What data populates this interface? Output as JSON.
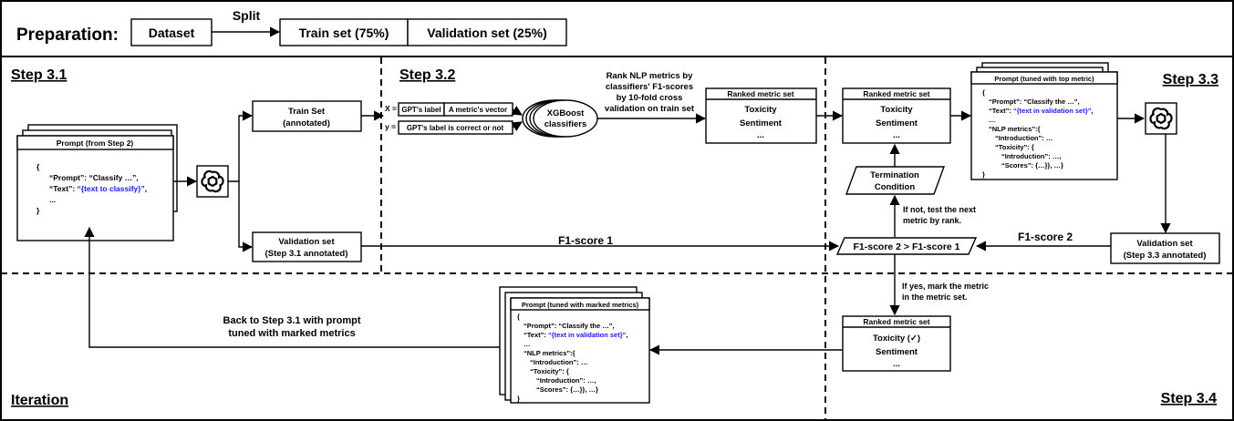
{
  "preparation": {
    "label": "Preparation:",
    "dataset": "Dataset",
    "split": "Split",
    "train_set": "Train set (75%)",
    "validation_set": "Validation set (25%)"
  },
  "steps": {
    "s31": "Step 3.1",
    "s32": "Step 3.2",
    "s33": "Step 3.3",
    "s34": "Step 3.4",
    "iteration": "Iteration"
  },
  "prompt_step2": {
    "title": "Prompt (from Step 2)",
    "open": "{",
    "prompt_line": "“Prompt”: “Classify …”,",
    "text_key": "“Text”: ",
    "text_value": "“{text to classify}”",
    "text_tail": ",",
    "ellipsis": "...",
    "close": "}"
  },
  "train_annotated": [
    "Train Set",
    "(annotated)"
  ],
  "validation_31": [
    "Validation set",
    "(Step 3.1 annotated)"
  ],
  "xy": {
    "x_label": "X =",
    "y_label": "y =",
    "gpt_label": "GPT's label",
    "metric_vector": "A metric's vector",
    "correct": "GPT's label is correct or not"
  },
  "xgboost": [
    "XGBoost",
    "classifiers"
  ],
  "rank_text": [
    "Rank NLP metrics by",
    "classifiers' F1-scores",
    "by 10-fold cross",
    "validation on train set"
  ],
  "ranked_32": {
    "title": "Ranked metric set",
    "items": [
      "Toxicity",
      "Sentiment",
      "..."
    ]
  },
  "ranked_33": {
    "title": "Ranked metric set",
    "items": [
      "Toxicity",
      "Sentiment",
      "..."
    ]
  },
  "termination": [
    "Termination",
    "Condition"
  ],
  "if_not": [
    "If not, test the next",
    "metric by rank."
  ],
  "f1_compare": "F1-score 2 > F1-score 1",
  "f1_score_1": "F1-score 1",
  "f1_score_2": "F1-score 2",
  "prompt_top": {
    "title": "Prompt (tuned with top metric)",
    "lines": [
      "{",
      "“Prompt”: “Classify the …”,",
      "“Text”: ",
      "…",
      "“NLP metrics”:{",
      "“Introduction”: …",
      "“Toxicity”: {",
      "“Introduction”: …,",
      "“Scores”: {…}}, …}",
      "}"
    ],
    "text_value": "“{text in validation set}”",
    "text_tail": ","
  },
  "validation_33": [
    "Validation set",
    "(Step 3.3 annotated)"
  ],
  "if_yes": [
    "If yes, mark the metric",
    "in the metric set."
  ],
  "ranked_34": {
    "title": "Ranked metric set",
    "items": [
      "Toxicity (✓)",
      "Sentiment",
      "..."
    ]
  },
  "prompt_marked": {
    "title": "Prompt (tuned with marked metrics)",
    "lines": [
      "{",
      "“Prompt”: “Classify the …”,",
      "“Text”: ",
      "…",
      "“NLP metrics”:{",
      "“Introduction”: …",
      "“Toxicity”: {",
      "“Introduction”: …,",
      "“Scores”: {…}}, …}",
      "}"
    ],
    "text_value": "“{text in validation set}”",
    "text_tail": ","
  },
  "back_text": [
    "Back to Step 3.1 with prompt",
    "tuned with marked metrics"
  ]
}
